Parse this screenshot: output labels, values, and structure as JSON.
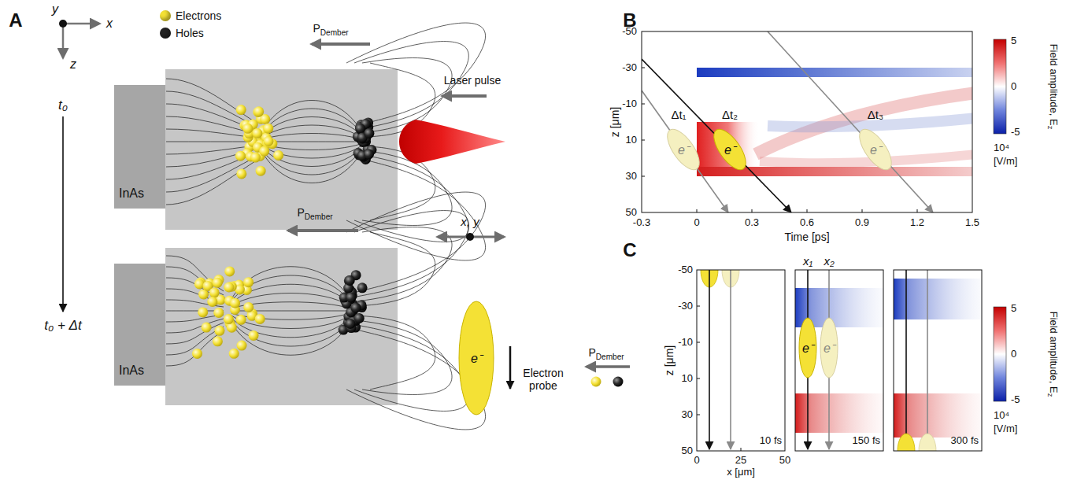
{
  "diagram": {
    "nodes": [
      {
        "text": [
          "InAs"
        ]
      },
      {
        "text": [
          "InAs"
        ]
      },
      {
        "text": [
          "e⁻"
        ]
      },
      {
        "text": [
          "e⁻"
        ]
      },
      {
        "text": [
          "e⁻"
        ]
      },
      {
        "text": [
          "e⁻"
        ]
      },
      {
        "text": [
          "e⁻"
        ]
      },
      {
        "text": [
          "e⁻"
        ]
      }
    ],
    "labels": [
      "A",
      "y",
      "x",
      "z",
      "t₀",
      "t₀ + Δt",
      "PDember",
      "Laser pulse",
      "PDember",
      "x, y",
      "Electron probe",
      "B",
      "-50",
      "-30",
      "-10",
      "10",
      "30",
      "50",
      "z [μm]",
      "-0.3",
      "0",
      "0.3",
      "0.6",
      "0.9",
      "1.2",
      "1.5",
      "Time [ps]",
      "Δt₁",
      "Δt₂",
      "Δt₃",
      "5",
      "0",
      "-5",
      "10⁴",
      "[V/m]",
      "Field amplitude, Ez",
      "C",
      "-50",
      "-30",
      "-10",
      "10",
      "30",
      "50",
      "z [μm]",
      "0",
      "25",
      "50",
      "x [μm]",
      "x₁",
      "x₂",
      "10 fs",
      "150 fs",
      "300 fs",
      "PDember",
      "5",
      "0",
      "-5",
      "10⁴",
      "[V/m]",
      "Field amplitude, Ez"
    ],
    "legend": [
      {
        "text": "Electrons",
        "color": "#f4e135"
      },
      {
        "text": "Holes",
        "color": "#222222"
      }
    ]
  }
}
